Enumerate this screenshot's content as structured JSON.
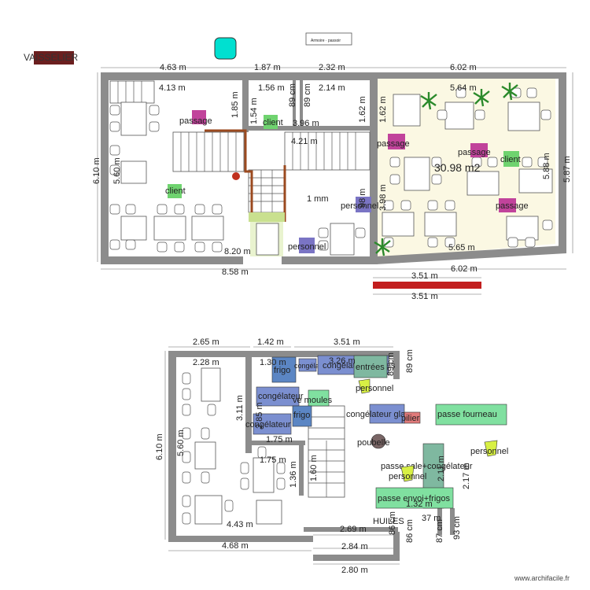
{
  "header": {
    "vaisselier_label": "VAISSELIER",
    "legend_box_text": "Armoire · passoir",
    "footer": "www.archifacile.fr"
  },
  "colors": {
    "wall": "#8c8c8c",
    "terrace_fill": "#fbf8e3",
    "passage": "#c1439b",
    "client": "#6fd36f",
    "personnel": "#7a74c4",
    "congelateur": "#7b8fd0",
    "frigo": "#5b86c4",
    "passe": "#80e0a0",
    "personnel_green_yellow": "#d8f044",
    "poubelle": "#7a6666",
    "pilier": "#e07a7a",
    "red_bar": "#c21e1e",
    "vaisselier": "#6b1f1f",
    "cyan": "#00e0d0"
  },
  "top_plan": {
    "dims": {
      "top_1": "4.63 m",
      "top_2": "1.87 m",
      "top_3": "2.32 m",
      "top_4": "6.02 m",
      "inner_413": "4.13 m",
      "inner_156": "1.56 m",
      "inner_214": "2.14 m",
      "inner_564": "5.64 m",
      "v_185": "1.85 m",
      "v_154": "1.54 m",
      "v_89a": "89 cm",
      "v_89b": "89 cm",
      "v_162a": "1.62 m",
      "v_162b": "1.62 m",
      "h_396": "3.96 m",
      "h_421": "4.21 m",
      "left_610": "6.10 m",
      "left_560": "5.60 m",
      "right_587": "5.87 m",
      "right_588": "5.88 m",
      "v_398": "3.98 m",
      "v_98": "98 m",
      "mid_1mm": "1 mm",
      "bottom_820": "8.20 m",
      "bottom_565": "5.65 m",
      "bottom_858": "8.58 m",
      "bottom_602": "6.02 m",
      "red_351a": "3.51 m",
      "red_351b": "3.51 m"
    },
    "area": "30.98 m2",
    "labels": {
      "passage_1": "passage",
      "passage_2": "passage",
      "passage_3": "passage",
      "passage_4": "passage",
      "client_1": "client",
      "client_2": "client",
      "client_3": "client",
      "personnel_1": "personnel",
      "personnel_2": "personnel"
    }
  },
  "bottom_plan": {
    "dims": {
      "top_265": "2.65 m",
      "top_142": "1.42 m",
      "top_351": "3.51 m",
      "inner_228": "2.28 m",
      "inner_130": "1.30 m",
      "inner_326": "3.26 m",
      "v_89a": "89 cm",
      "v_89b": "89 cm",
      "v_311": "3.11 m",
      "v_285": "2.85 m",
      "left_610": "6.10 m",
      "left_560": "5.60 m",
      "h_175a": "1.75 m",
      "h_175b": "1.75 m",
      "v_136": "1.36 m",
      "v_160": "1.60 m",
      "v_211": "2.11 m",
      "v_217": "2.17 m",
      "v_132": "1.32 m",
      "v_37": "37 m",
      "v_93": "93 cm",
      "v_87": "87 cm",
      "v_86a": "86 cm",
      "v_86b": "86 cm",
      "inner_443": "4.43 m",
      "bottom_468": "4.68 m",
      "bottom_269": "2.69 m",
      "bottom_284": "2.84 m",
      "bottom_280": "2.80 m"
    },
    "labels": {
      "frigo_1": "frigo",
      "frigo_2": "frigo",
      "congelateur_top_a": "congélateur",
      "congelateur_glaces": "congélateur glaces",
      "entrees": "entrées",
      "personnel_1": "personnel",
      "congelateur_1": "congélateur",
      "congelateur_2": "congélateur",
      "moules": "ve moules",
      "congelateur_glaces_2": "congélateur glaces",
      "pilier": "pilier",
      "passe_fourneau": "passe fourneau",
      "poubelle": "poubelle",
      "personnel_2": "personnel",
      "passe_sale": "passe sale+congélateur",
      "personnel_3": "personnel",
      "passe_envoi": "passe envoi+frigos",
      "huiles": "HUILES"
    }
  }
}
